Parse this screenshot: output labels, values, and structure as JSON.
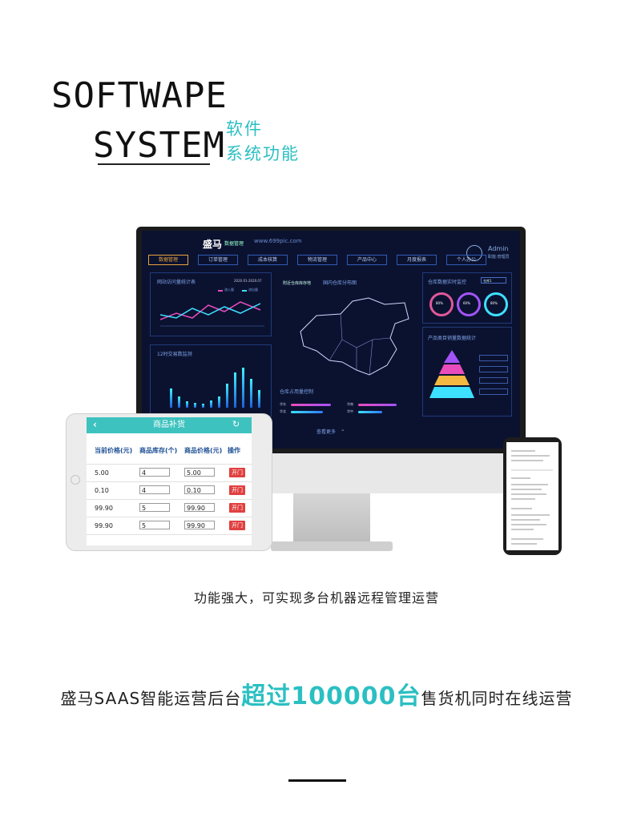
{
  "hero": {
    "line1": "SOFTWAPE",
    "line2": "SYSTEM",
    "cn_line1": "软件",
    "cn_line2": "系统功能"
  },
  "dashboard": {
    "brand": "盛马",
    "brand_sub": "数据管理",
    "url": "www.699pic.com",
    "admin_name": "Admin",
    "admin_role": "职能:管理员",
    "nav": [
      "数据管理",
      "订单管理",
      "成本核算",
      "物流管理",
      "产品中心",
      "月度报表",
      "个人办公"
    ],
    "panel_visits": {
      "title": "网站访问量统计表",
      "range": "2020.01-2020.07",
      "legend": [
        "流入量",
        "流出量"
      ]
    },
    "panel_trade": {
      "title": "12时交易数监测"
    },
    "panel_map": {
      "title": "国内仓库分布图",
      "badge": "附近仓库库存地"
    },
    "panel_storage": {
      "title": "仓库占用量控制",
      "rows": [
        "华东",
        "华北",
        "华南",
        "华中"
      ]
    },
    "panel_realtime": {
      "title": "仓库数据实时监控",
      "select": "仓库1",
      "rings": [
        "80%",
        "60%",
        "80%"
      ]
    },
    "panel_category": {
      "title": "产品类目销量数据统计"
    },
    "more": "查看更多",
    "accent": "#2f5bb5",
    "active_accent": "#e8a33a"
  },
  "tablet": {
    "title": "商品补货",
    "back_icon": "chevron-left-icon",
    "refresh_icon": "refresh-icon",
    "columns": [
      "当前价格(元)",
      "商品库存(个)",
      "商品价格(元)",
      "操作"
    ],
    "rows": [
      {
        "price": "5.00",
        "stock": "4",
        "new_price": "5.00",
        "action": "开门"
      },
      {
        "price": "0.10",
        "stock": "4",
        "new_price": "0.10",
        "action": "开门"
      },
      {
        "price": "99.90",
        "stock": "5",
        "new_price": "99.90",
        "action": "开门"
      },
      {
        "price": "99.90",
        "stock": "5",
        "new_price": "99.90",
        "action": "开门"
      }
    ],
    "header_color": "#3dc2bf",
    "button_color": "#e04040"
  },
  "caption": "功能强大，可实现多台机器远程管理运营",
  "slogan": {
    "prefix": "盛马SAAS智能运营后台",
    "highlight": "超过100000台",
    "suffix": "售货机同时在线运营"
  }
}
